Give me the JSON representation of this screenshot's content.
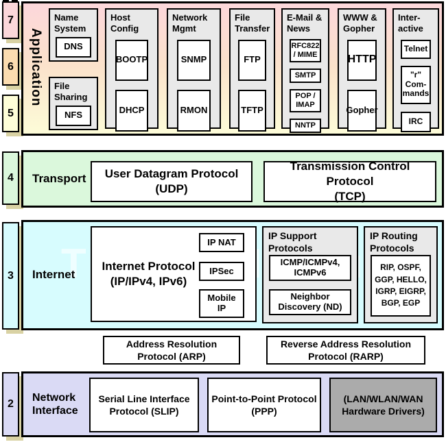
{
  "colors": {
    "layer7_pink": "#fbd7da",
    "layer6_peach": "#fbdcb0",
    "layer5_yellow": "#fefed8",
    "layer4_green": "#dbf8dc",
    "layer3_cyan": "#d7fcfe",
    "layer2_lavender": "#dadaf5",
    "column_gray": "#e9e9e9",
    "hardware_gray": "#ababab",
    "shadow_tan": "#d9d2a4",
    "border_black": "#000000"
  },
  "watermark": "The TCP/IP Guide",
  "layers": {
    "numbers": [
      "7",
      "6",
      "5",
      "4",
      "3",
      "2"
    ]
  },
  "application": {
    "label": "Application",
    "columns": [
      {
        "title": "Name\nSystem",
        "protocols": [
          "DNS"
        ]
      },
      {
        "title": "File\nSharing",
        "protocols": [
          "NFS"
        ]
      },
      {
        "title": "Host\nConfig",
        "protocols": [
          "BOOTP",
          "DHCP"
        ]
      },
      {
        "title": "Network\nMgmt",
        "protocols": [
          "SNMP",
          "RMON"
        ]
      },
      {
        "title": "File\nTransfer",
        "protocols": [
          "FTP",
          "TFTP"
        ]
      },
      {
        "title": "E-Mail &\nNews",
        "protocols": [
          "RFC822\n/ MIME",
          "SMTP",
          "POP /\nIMAP",
          "NNTP"
        ]
      },
      {
        "title": "WWW &\nGopher",
        "protocols": [
          "HTTP",
          "Gopher"
        ]
      },
      {
        "title": "Inter-\nactive",
        "protocols": [
          "Telnet",
          "\"r\"\nCom-\nmands",
          "IRC"
        ]
      }
    ]
  },
  "transport": {
    "label": "Transport",
    "udp": "User Datagram Protocol\n(UDP)",
    "tcp": "Transmission Control Protocol\n(TCP)"
  },
  "internet": {
    "label": "Internet",
    "ip": "Internet Protocol\n(IP/IPv4, IPv6)",
    "ip_sub": [
      "IP NAT",
      "IPSec",
      "Mobile\nIP"
    ],
    "support": {
      "title": "IP Support\nProtocols",
      "items": [
        "ICMP/ICMPv4,\nICMPv6",
        "Neighbor\nDiscovery (ND)"
      ]
    },
    "routing": {
      "title": "IP Routing\nProtocols",
      "items": [
        "RIP, OSPF,\nGGP, HELLO,\nIGRP, EIGRP,\nBGP, EGP"
      ]
    }
  },
  "resolution": {
    "arp": "Address Resolution\nProtocol (ARP)",
    "rarp": "Reverse Address Resolution\nProtocol (RARP)"
  },
  "network_interface": {
    "label": "Network\nInterface",
    "slip": "Serial Line Interface\nProtocol (SLIP)",
    "ppp": "Point-to-Point Protocol\n(PPP)",
    "hardware": "(LAN/WLAN/WAN\nHardware Drivers)"
  }
}
